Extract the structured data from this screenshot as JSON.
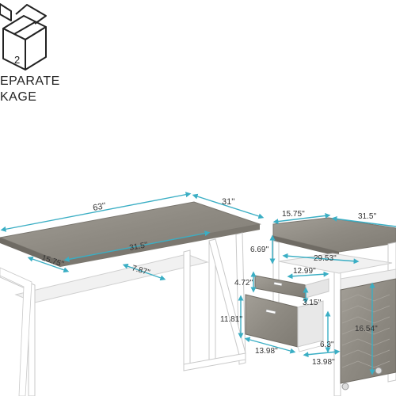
{
  "package": {
    "line1": "EPARATE",
    "line2": "KAGE",
    "box_number": "2"
  },
  "dimensions": {
    "desk_length": "63''",
    "desk_depth": "31''",
    "desk_inner_width": "31.5''",
    "desk_inner_depth": "15.75''",
    "desk_shelf_depth": "7.87''",
    "cab_top_depth": "15.75''",
    "cab_top_width": "31.5''",
    "cab_shelf_height": "6.69''",
    "cab_shelf_width": "29.53''",
    "drawer_width": "12.99''",
    "drawer_small_height": "4.72''",
    "drawer_gap": "3.15''",
    "drawer_large_height": "11.81''",
    "drawer_depth": "13.98''",
    "cab_door_height": "16.54''",
    "cab_bottom_gap": "6.3''",
    "cab_door_depth": "13.98''"
  },
  "colors": {
    "wood": "#8e8a82",
    "frame": "#ffffff",
    "outline": "#c9c9c9",
    "dimension": "#3aaec4",
    "text": "#333333"
  }
}
